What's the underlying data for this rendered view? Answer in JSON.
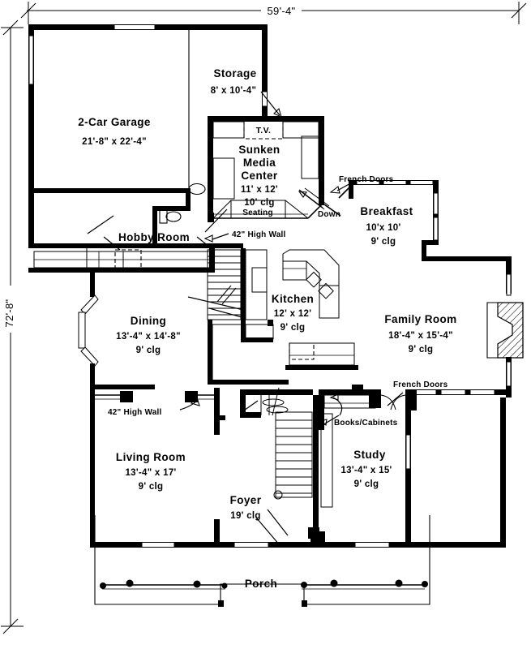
{
  "plan": {
    "title_visible": false,
    "overall_dimensions": {
      "top_label": "59'-4\"",
      "left_label": "72'-8\""
    },
    "rooms": [
      {
        "key": "garage",
        "name": "2-Car Garage",
        "size": "21'-8\" x 22'-4\"",
        "ceiling": ""
      },
      {
        "key": "storage",
        "name": "Storage",
        "size": "8' x 10'-4\"",
        "ceiling": ""
      },
      {
        "key": "media",
        "name_line1": "Sunken",
        "name_line2": "Media",
        "name_line3": "Center",
        "size": "11'  x  12'",
        "ceiling": "10' clg"
      },
      {
        "key": "breakfast",
        "name": "Breakfast",
        "size": "10'x 10'",
        "ceiling": "9' clg"
      },
      {
        "key": "family",
        "name": "Family Room",
        "size": "18'-4\" x 15'-4\"",
        "ceiling": "9' clg"
      },
      {
        "key": "kitchen",
        "name": "Kitchen",
        "size": "12'  x  12'",
        "ceiling": "9' clg"
      },
      {
        "key": "dining",
        "name": "Dining",
        "size": "13'-4\" x 14'-8\"",
        "ceiling": "9' clg"
      },
      {
        "key": "hobby",
        "name": "Hobby Room",
        "size": "",
        "ceiling": ""
      },
      {
        "key": "living",
        "name": "Living Room",
        "size": "13'-4\" x 17'",
        "ceiling": "9' clg"
      },
      {
        "key": "study",
        "name": "Study",
        "size": "13'-4\" x 15'",
        "ceiling": "9' clg"
      },
      {
        "key": "foyer",
        "name": "Foyer",
        "size": "",
        "ceiling": "19' clg"
      },
      {
        "key": "porch",
        "name": "Porch",
        "size": "",
        "ceiling": ""
      }
    ],
    "annotations": [
      {
        "key": "tv",
        "label": "T.V."
      },
      {
        "key": "seating",
        "label": "Seating"
      },
      {
        "key": "down",
        "label": "Down"
      },
      {
        "key": "high_wall_media",
        "label": "42\" High Wall"
      },
      {
        "key": "high_wall_living",
        "label": "42\" High Wall"
      },
      {
        "key": "french_doors_breakfast",
        "label": "French Doors"
      },
      {
        "key": "french_doors_study",
        "label": "French Doors"
      },
      {
        "key": "books_cabinets",
        "label": "Books/Cabinets"
      }
    ]
  }
}
